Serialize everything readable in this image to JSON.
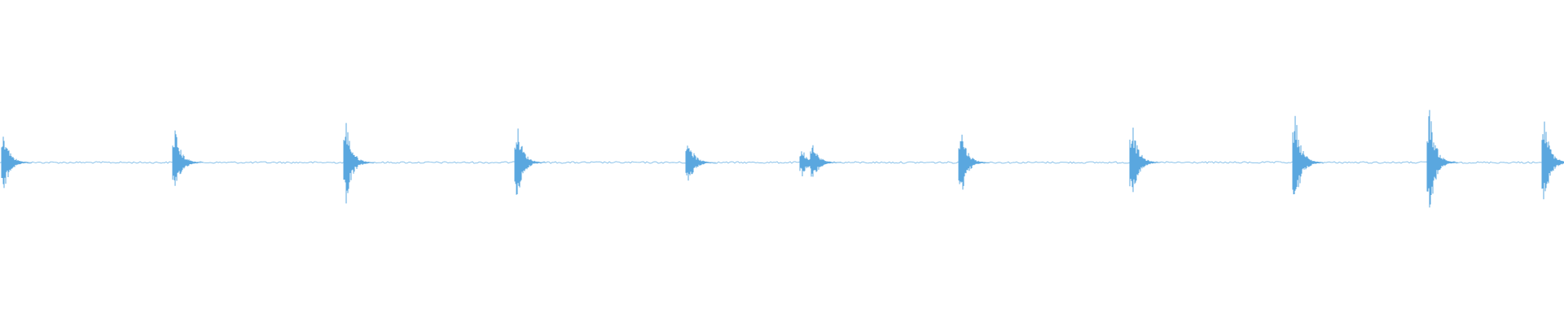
{
  "waveform": {
    "color": "#5aa7df",
    "baseline_color": "#8cc3ea",
    "onsets": [
      {
        "time_fraction": 0.0,
        "amplitude": 0.55
      },
      {
        "time_fraction": 0.11,
        "amplitude": 0.62
      },
      {
        "time_fraction": 0.22,
        "amplitude": 0.75
      },
      {
        "time_fraction": 0.33,
        "amplitude": 0.7
      },
      {
        "time_fraction": 0.44,
        "amplitude": 0.45
      },
      {
        "time_fraction": 0.513,
        "amplitude": 0.25
      },
      {
        "time_fraction": 0.52,
        "amplitude": 0.35
      },
      {
        "time_fraction": 0.615,
        "amplitude": 0.65
      },
      {
        "time_fraction": 0.725,
        "amplitude": 0.72
      },
      {
        "time_fraction": 0.83,
        "amplitude": 0.9
      },
      {
        "time_fraction": 0.916,
        "amplitude": 1.0
      },
      {
        "time_fraction": 0.99,
        "amplitude": 0.78
      }
    ]
  }
}
